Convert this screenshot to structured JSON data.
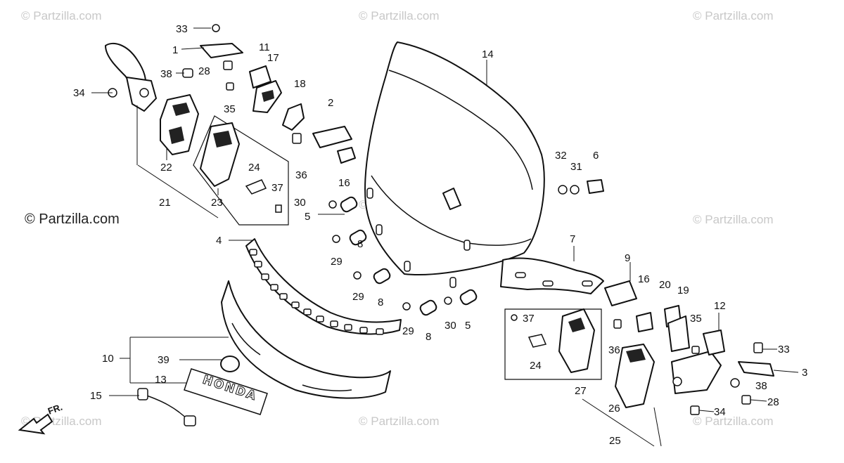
{
  "watermark": {
    "text": "© Partzilla.com",
    "primary": "© Partzilla.com"
  },
  "direction": {
    "label": "FR."
  },
  "emblem": {
    "text": "HONDA"
  },
  "callouts": {
    "c1": "1",
    "c2": "2",
    "c3": "3",
    "c4": "4",
    "c5a": "5",
    "c5b": "5",
    "c6": "6",
    "c7": "7",
    "c8a": "8",
    "c8b": "8",
    "c8c": "8",
    "c9": "9",
    "c10": "10",
    "c11": "11",
    "c12": "12",
    "c13": "13",
    "c14": "14",
    "c15": "15",
    "c16a": "16",
    "c16b": "16",
    "c17": "17",
    "c18": "18",
    "c19": "19",
    "c20": "20",
    "c21": "21",
    "c22": "22",
    "c23": "23",
    "c24a": "24",
    "c24b": "24",
    "c25": "25",
    "c26": "26",
    "c27": "27",
    "c28a": "28",
    "c28b": "28",
    "c29a": "29",
    "c29b": "29",
    "c29c": "29",
    "c30a": "30",
    "c30b": "30",
    "c31": "31",
    "c32": "32",
    "c33a": "33",
    "c33b": "33",
    "c34a": "34",
    "c34b": "34",
    "c35a": "35",
    "c35b": "35",
    "c36a": "36",
    "c36b": "36",
    "c37a": "37",
    "c37b": "37",
    "c38a": "38",
    "c38b": "38",
    "c39": "39"
  }
}
